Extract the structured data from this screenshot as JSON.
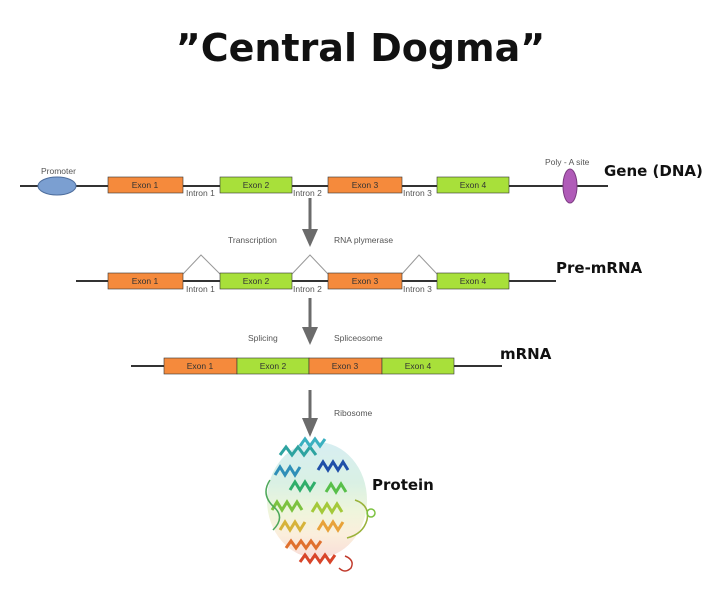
{
  "title": "”Central Dogma”",
  "colors": {
    "exon_odd": "#f58a3c",
    "exon_even": "#a8e03a",
    "promoter": "#7b9fd1",
    "polya": "#b05bb8",
    "line": "#333333",
    "arrow": "#6b6b6b"
  },
  "gene": {
    "label": "Gene (DNA)",
    "promoter": "Promoter",
    "polya": "Poly - A site",
    "exons": [
      "Exon 1",
      "Exon 2",
      "Exon 3",
      "Exon 4"
    ],
    "introns": [
      "Intron 1",
      "Intron 2",
      "Intron 3"
    ]
  },
  "step1": {
    "left": "Transcription",
    "right": "RNA plymerase"
  },
  "premrna": {
    "label": "Pre-mRNA",
    "exons": [
      "Exon 1",
      "Exon 2",
      "Exon 3",
      "Exon 4"
    ],
    "introns": [
      "Intron 1",
      "Intron 2",
      "Intron 3"
    ]
  },
  "step2": {
    "left": "Splicing",
    "right": "Spliceosome"
  },
  "mrna": {
    "label": "mRNA",
    "exons": [
      "Exon 1",
      "Exon 2",
      "Exon 3",
      "Exon 4"
    ]
  },
  "step3": {
    "right": "Ribosome"
  },
  "protein": {
    "label": "Protein"
  }
}
